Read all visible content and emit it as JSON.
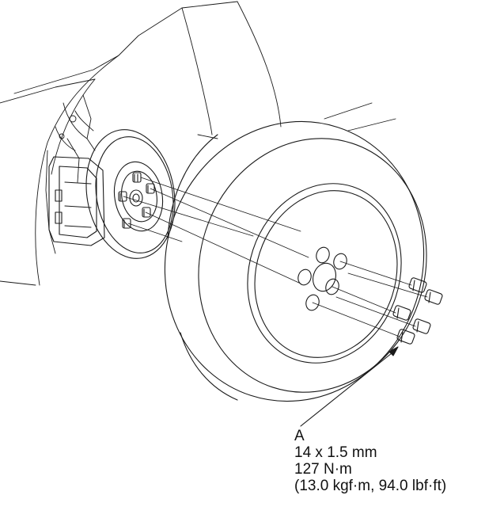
{
  "callout": {
    "letter": "A",
    "size": "14 x 1.5 mm",
    "torque_nm": "127 N·m",
    "torque_alt": "(13.0 kgf·m, 94.0 lbf·ft)"
  },
  "colors": {
    "line": "#1a1a1a",
    "background": "#ffffff"
  }
}
